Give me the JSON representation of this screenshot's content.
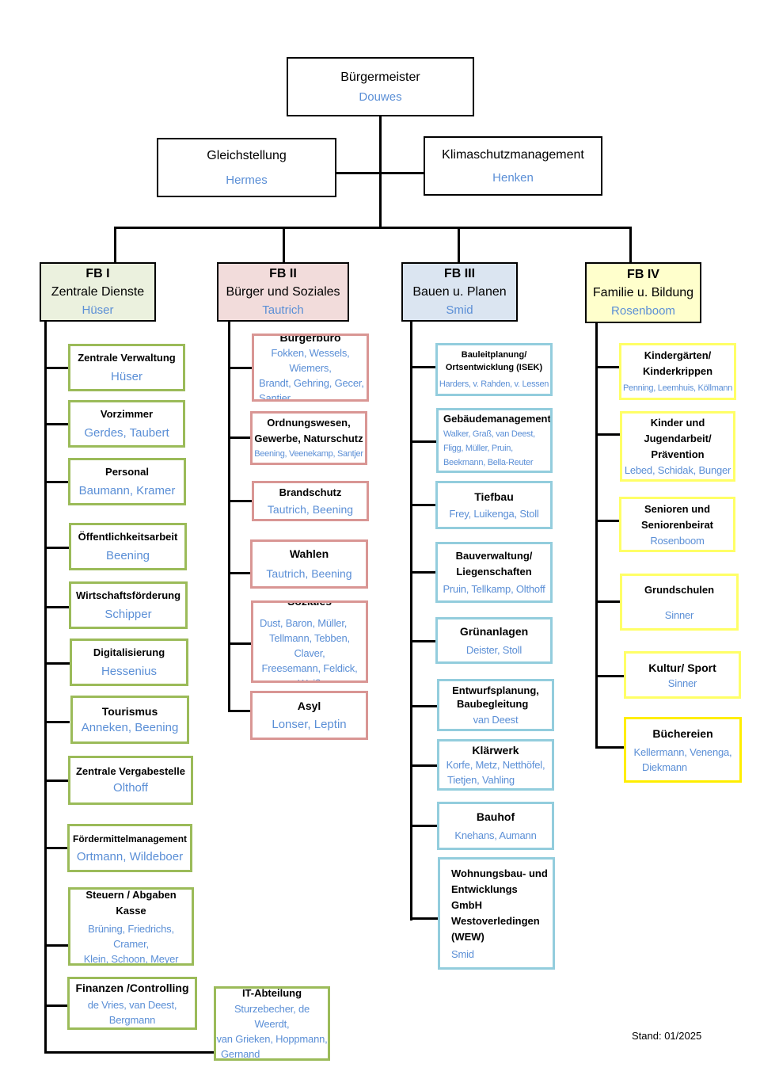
{
  "top": {
    "mayor": {
      "title": "Bürgermeister",
      "person": "Douwes"
    },
    "equality": {
      "title": "Gleichstellung",
      "person": "Hermes"
    },
    "climate": {
      "title": "Klimaschutzmanagement",
      "person": "Henken"
    }
  },
  "fb1": {
    "code": "FB I",
    "name": "Zentrale Dienste",
    "person": "Hüser",
    "units": [
      {
        "title": "Zentrale Verwaltung",
        "people": "Hüser"
      },
      {
        "title": "Vorzimmer",
        "people": "Gerdes, Taubert"
      },
      {
        "title": "Personal",
        "people": "Baumann, Kramer"
      },
      {
        "title": "Öffentlichkeitsarbeit",
        "people": "Beening"
      },
      {
        "title": "Wirtschaftsförderung",
        "people": "Schipper"
      },
      {
        "title": "Digitalisierung",
        "people": "Hessenius"
      },
      {
        "title": "Tourismus",
        "people": "Anneken, Beening"
      },
      {
        "title": "Zentrale Vergabestelle",
        "people": "Olthoff"
      },
      {
        "title": "Fördermittelmanagement",
        "people": "Ortmann, Wildeboer"
      },
      {
        "title": "Steuern / Abgaben",
        "title2": "Kasse",
        "people": "Brüning, Friedrichs, Cramer,",
        "people2": "Klein, Schoon, Meyer"
      },
      {
        "title": "Finanzen /Controlling",
        "people": "de Vries, van Deest, Bergmann"
      },
      {
        "title": "IT-Abteilung",
        "people": "Sturzebecher, de Weerdt,",
        "people2": "van Grieken, Hoppmann,",
        "people3": "Gernand"
      }
    ]
  },
  "fb2": {
    "code": "FB II",
    "name": "Bürger und Soziales",
    "person": "Tautrich",
    "units": [
      {
        "title": "Bürgerbüro",
        "people": "Fokken, Wessels, Wiemers,",
        "people2": "Brandt, Gehring, Gecer,",
        "people3": "Santjer"
      },
      {
        "title": "Ordnungswesen,",
        "title2": "Gewerbe, Naturschutz",
        "people": "Beening, Veenekamp, Santjer"
      },
      {
        "title": "Brandschutz",
        "people": "Tautrich, Beening"
      },
      {
        "title": "Wahlen",
        "people": "Tautrich, Beening"
      },
      {
        "title": "Soziales",
        "people": "Dust, Baron, Müller,",
        "people2": "Tellmann, Tebben, Claver,",
        "people3": "Freesemann, Feldick, Weiß"
      },
      {
        "title": "Asyl",
        "people": "Lonser, Leptin"
      }
    ]
  },
  "fb3": {
    "code": "FB III",
    "name": "Bauen u. Planen",
    "person": "Smid",
    "units": [
      {
        "title": "Bauleitplanung/",
        "title2": "Ortsentwicklung (ISEK)",
        "people": "Harders, v. Rahden, v. Lessen"
      },
      {
        "title": "Gebäudemanagement",
        "people": "Walker, Graß, van Deest,",
        "people2": "Fligg, Müller, Pruin,",
        "people3": "Beekmann, Bella-Reuter"
      },
      {
        "title": "Tiefbau",
        "people": "Frey, Luikenga, Stoll"
      },
      {
        "title": "Bauverwaltung/",
        "title2": "Liegenschaften",
        "people": "Pruin, Tellkamp, Olthoff"
      },
      {
        "title": "Grünanlagen",
        "people": "Deister, Stoll"
      },
      {
        "title": "Entwurfsplanung,",
        "title2": "Baubegleitung",
        "people": "van Deest"
      },
      {
        "title": "Klärwerk",
        "people": "Korfe, Metz, Netthöfel,",
        "people2": "Tietjen, Vahling"
      },
      {
        "title": "Bauhof",
        "people": "Knehans, Aumann"
      },
      {
        "title": "Wohnungsbau- und",
        "title2": "Entwicklungs",
        "title3": "GmbH",
        "title4": "Westoverledingen",
        "title5": "(WEW)",
        "people": "Smid"
      }
    ]
  },
  "fb4": {
    "code": "FB IV",
    "name": "Familie u. Bildung",
    "person": "Rosenboom",
    "units": [
      {
        "title": "Kindergärten/",
        "title2": "Kinderkrippen",
        "people": "Penning, Leemhuis, Köllmann"
      },
      {
        "title": "Kinder und",
        "title2": "Jugendarbeit/",
        "title3": "Prävention",
        "people": "Lebed, Schidak, Bunger"
      },
      {
        "title": "Senioren und",
        "title2": "Seniorenbeirat",
        "people": "Rosenboom"
      },
      {
        "title": "Grundschulen",
        "people": "Sinner"
      },
      {
        "title": "Kultur/ Sport",
        "people": "Sinner"
      },
      {
        "title": "Büchereien",
        "people": "Kellermann, Venenga,",
        "people2": "Diekmann"
      }
    ]
  },
  "footer": {
    "stand": "Stand: 01/2025"
  }
}
